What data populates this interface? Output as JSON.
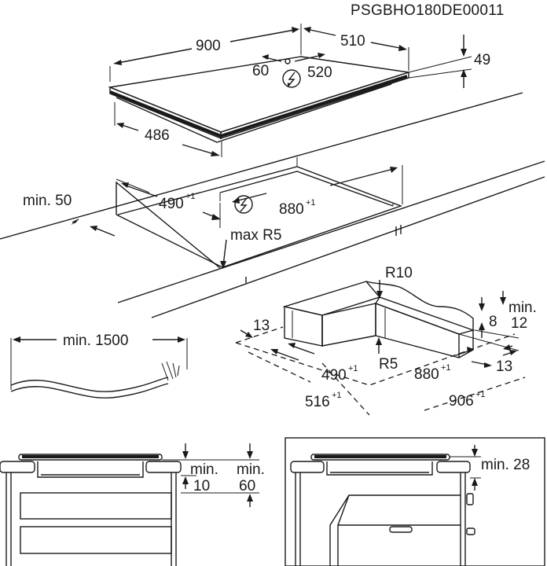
{
  "drawing_code": "PSGBHO180DE00011",
  "hob": {
    "width": "900",
    "depth": "510",
    "height": "49",
    "frame_depth": "486",
    "cable_offset_left": "60",
    "cable_offset_right": "520",
    "power_icon": "lightning-bolt-circle-icon"
  },
  "cutout": {
    "min_edge": "min. 50",
    "depth": "490",
    "depth_tol": "+1",
    "width": "880",
    "width_tol": "+1",
    "corner_radius": "max R5"
  },
  "cable": {
    "length": "min. 1500"
  },
  "frame_detail": {
    "corner_r_outer": "R10",
    "corner_r_inner": "R5",
    "thickness": "8",
    "min_label": "min.",
    "min_value": "12",
    "side_offset_left": "13",
    "side_offset_right": "13",
    "inner_depth": "490",
    "inner_depth_tol": "+1",
    "inner_width": "880",
    "inner_width_tol": "+1",
    "outer_depth": "516",
    "outer_depth_tol": "+1",
    "outer_width": "906",
    "outer_width_tol": "+1"
  },
  "section_left": {
    "min_label_a": "min.",
    "min_value_a": "10",
    "min_label_b": "min.",
    "min_value_b": "60"
  },
  "section_right": {
    "min_label": "min. 28"
  }
}
